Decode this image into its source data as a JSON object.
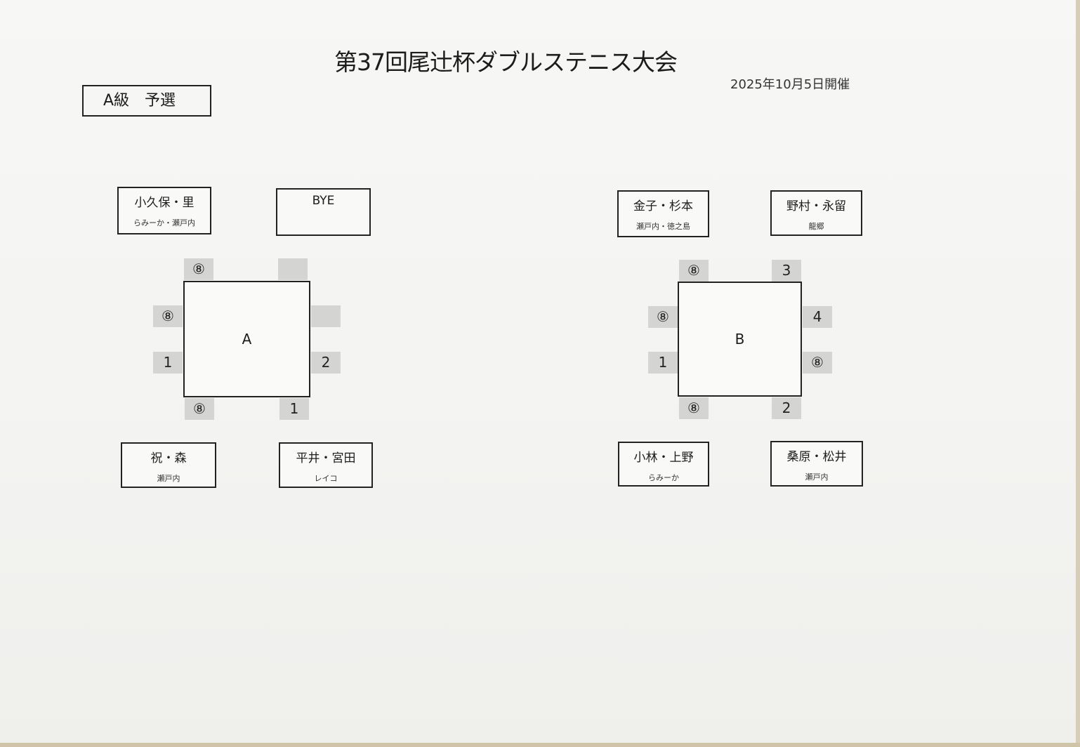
{
  "title": "第37回尾辻杯ダブルステニス大会",
  "date": "2025年10月5日開催",
  "class_label": "A級　予選",
  "groups": {
    "A": {
      "label": "A",
      "teams": [
        {
          "name": "小久保・里",
          "club": "らみーか・瀬戸内"
        },
        {
          "name": "BYE",
          "club": ""
        },
        {
          "name": "祝・森",
          "club": "瀬戸内"
        },
        {
          "name": "平井・宮田",
          "club": "レイコ"
        }
      ],
      "scores": {
        "top_left": "⑧",
        "top_right": "",
        "left_upper": "⑧",
        "left_lower": "1",
        "right_upper": "",
        "right_lower": "2",
        "bottom_left": "⑧",
        "bottom_right": "1"
      }
    },
    "B": {
      "label": "B",
      "teams": [
        {
          "name": "金子・杉本",
          "club": "瀬戸内・徳之島"
        },
        {
          "name": "野村・永留",
          "club": "龍郷"
        },
        {
          "name": "小林・上野",
          "club": "らみーか"
        },
        {
          "name": "桑原・松井",
          "club": "瀬戸内"
        }
      ],
      "scores": {
        "top_left": "⑧",
        "top_right": "3",
        "left_upper": "⑧",
        "left_lower": "1",
        "right_upper": "4",
        "right_lower": "⑧",
        "bottom_left": "⑧",
        "bottom_right": "2"
      }
    }
  }
}
